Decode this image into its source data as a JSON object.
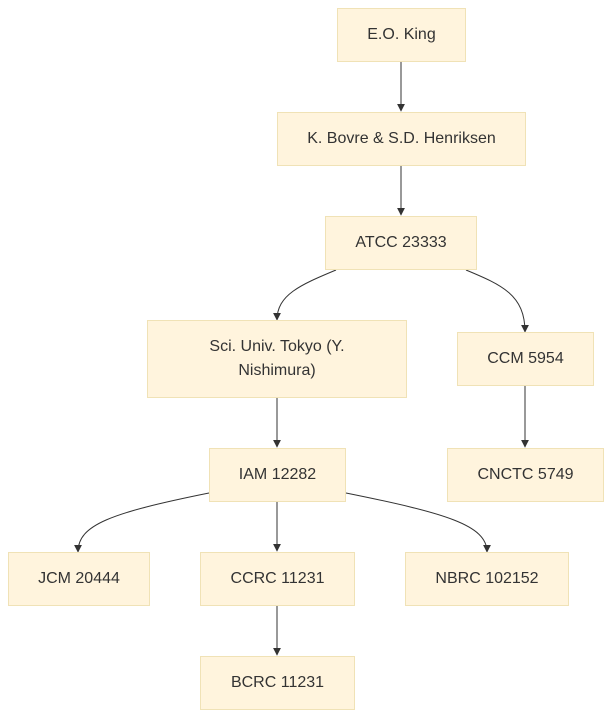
{
  "nodes": [
    {
      "id": "eo_king",
      "label": "E.O. King"
    },
    {
      "id": "bovre_henriksen",
      "label": "K. Bovre & S.D. Henriksen"
    },
    {
      "id": "atcc_23333",
      "label": "ATCC 23333"
    },
    {
      "id": "sci_univ_tokyo",
      "label": "Sci. Univ. Tokyo (Y. Nishimura)"
    },
    {
      "id": "ccm_5954",
      "label": "CCM 5954"
    },
    {
      "id": "iam_12282",
      "label": "IAM 12282"
    },
    {
      "id": "cnctc_5749",
      "label": "CNCTC 5749"
    },
    {
      "id": "jcm_20444",
      "label": "JCM 20444"
    },
    {
      "id": "ccrc_11231",
      "label": "CCRC 11231"
    },
    {
      "id": "nbrc_102152",
      "label": "NBRC 102152"
    },
    {
      "id": "bcrc_11231",
      "label": "BCRC 11231"
    }
  ],
  "edges": [
    {
      "from": "eo_king",
      "to": "bovre_henriksen"
    },
    {
      "from": "bovre_henriksen",
      "to": "atcc_23333"
    },
    {
      "from": "atcc_23333",
      "to": "sci_univ_tokyo"
    },
    {
      "from": "atcc_23333",
      "to": "ccm_5954"
    },
    {
      "from": "sci_univ_tokyo",
      "to": "iam_12282"
    },
    {
      "from": "ccm_5954",
      "to": "cnctc_5749"
    },
    {
      "from": "iam_12282",
      "to": "jcm_20444"
    },
    {
      "from": "iam_12282",
      "to": "ccrc_11231"
    },
    {
      "from": "iam_12282",
      "to": "nbrc_102152"
    },
    {
      "from": "ccrc_11231",
      "to": "bcrc_11231"
    }
  ]
}
